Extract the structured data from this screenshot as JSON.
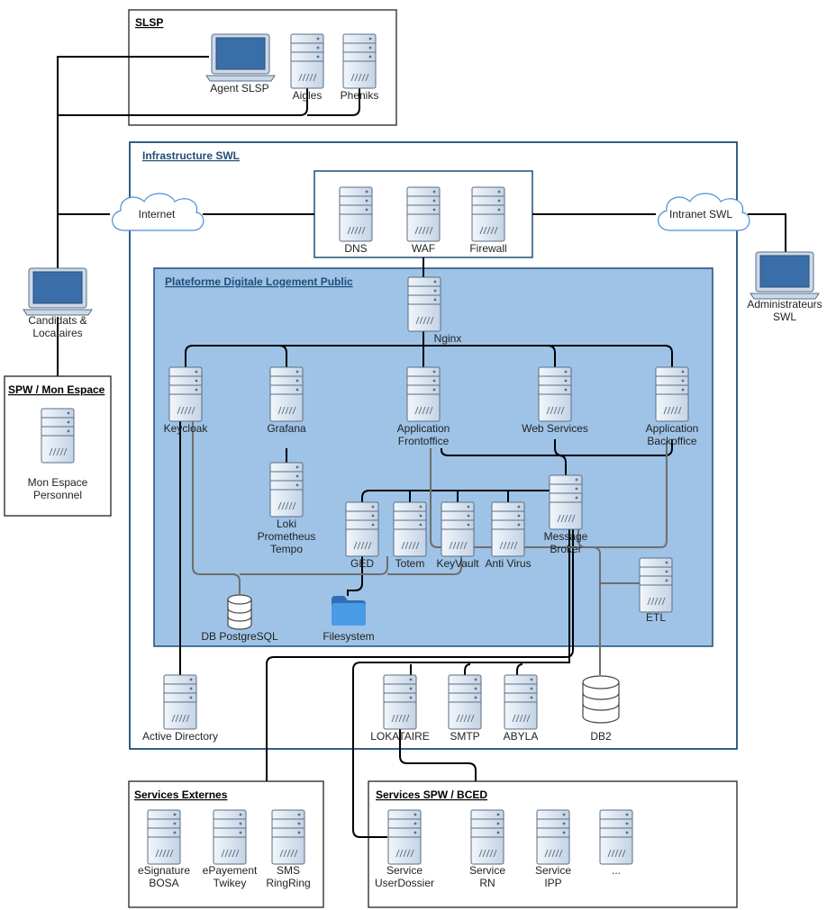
{
  "groups": {
    "slsp": "SLSP",
    "infra": "Infrastructure SWL",
    "plateforme": "Plateforme Digitale Logement Public",
    "spw_espace": "SPW / Mon Espace",
    "ext": "Services Externes",
    "spw_bced": "Services SPW / BCED"
  },
  "clouds": {
    "internet": "Internet",
    "intranet": "Intranet SWL"
  },
  "nodes": {
    "agent_slsp": {
      "l1": "Agent SLSP"
    },
    "aigles": {
      "l1": "Aigles"
    },
    "pheniks": {
      "l1": "Pheniks"
    },
    "candidats": {
      "l1": "Candidats &",
      "l2": "Locataires"
    },
    "admins": {
      "l1": "Administrateurs",
      "l2": "SWL"
    },
    "mon_espace": {
      "l1": "Mon Espace",
      "l2": "Personnel"
    },
    "dns": {
      "l1": "DNS"
    },
    "waf": {
      "l1": "WAF"
    },
    "firewall": {
      "l1": "Firewall"
    },
    "nginx": {
      "l1": "Nginx"
    },
    "keycloak": {
      "l1": "Keycloak"
    },
    "grafana": {
      "l1": "Grafana"
    },
    "frontoffice": {
      "l1": "Application",
      "l2": "Frontoffice"
    },
    "webservices": {
      "l1": "Web Services"
    },
    "backoffice": {
      "l1": "Application",
      "l2": "Backoffice"
    },
    "loki": {
      "l1": "Loki",
      "l2": "Prometheus",
      "l3": "Tempo"
    },
    "ged": {
      "l1": "GED"
    },
    "totem": {
      "l1": "Totem"
    },
    "keyvault": {
      "l1": "KeyVault"
    },
    "antivirus": {
      "l1": "Anti Virus"
    },
    "broker": {
      "l1": "Message",
      "l2": "Broker"
    },
    "etl": {
      "l1": "ETL"
    },
    "postgres": {
      "l1": "DB PostgreSQL"
    },
    "filesystem": {
      "l1": "Filesystem"
    },
    "ad": {
      "l1": "Active Directory"
    },
    "lokataire": {
      "l1": "LOKATAIRE"
    },
    "smtp": {
      "l1": "SMTP"
    },
    "abyla": {
      "l1": "ABYLA"
    },
    "db2": {
      "l1": "DB2"
    },
    "esignature": {
      "l1": "eSignature",
      "l2": "BOSA"
    },
    "epayement": {
      "l1": "ePayement",
      "l2": "Twikey"
    },
    "sms": {
      "l1": "SMS",
      "l2": "RingRing"
    },
    "userdossier": {
      "l1": "Service",
      "l2": "UserDossier"
    },
    "rn": {
      "l1": "Service",
      "l2": "RN"
    },
    "ipp": {
      "l1": "Service",
      "l2": "IPP"
    },
    "other": {
      "l1": "..."
    }
  },
  "colors": {
    "server_body": "#ccd9e8",
    "server_stroke": "#5a6e84",
    "plateforme_fill": "#9ec3e6",
    "infra_stroke": "#1f4e79",
    "folder": "#4a8fd6"
  }
}
